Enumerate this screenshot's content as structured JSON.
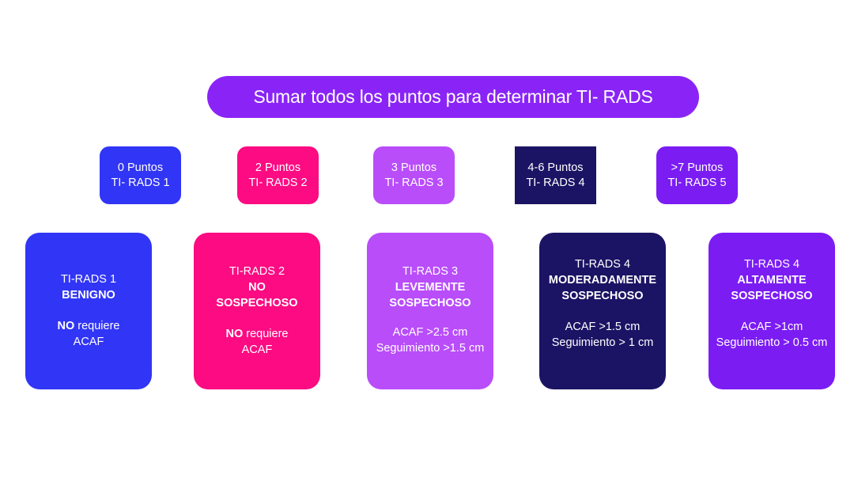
{
  "title": "Sumar todos los puntos para determinar TI- RADS",
  "colors": {
    "tr1": "#3135f5",
    "tr2": "#fc0b82",
    "tr3": "#b94dfa",
    "tr4": "#1b1464",
    "tr5": "#7b1cf3",
    "header": "#8a24f6"
  },
  "scores": [
    {
      "points": "0 Puntos",
      "category": "TI- RADS 1"
    },
    {
      "points": "2 Puntos",
      "category": "TI- RADS 2"
    },
    {
      "points": "3 Puntos",
      "category": "TI- RADS 3"
    },
    {
      "points": "4-6 Puntos",
      "category": "TI- RADS 4"
    },
    {
      "points": ">7 Puntos",
      "category": "TI- RADS 5"
    }
  ],
  "cards": [
    {
      "heading": "TI-RADS 1",
      "bold": [
        "BENIGNO"
      ],
      "note_bold": "NO",
      "note": " requiere",
      "note2": "ACAF"
    },
    {
      "heading": "TI-RADS 2",
      "bold": [
        "NO",
        "SOSPECHOSO"
      ],
      "note_bold": "NO",
      "note": " requiere",
      "note2": "ACAF"
    },
    {
      "heading": "TI-RADS 3",
      "bold": [
        "LEVEMENTE",
        "SOSPECHOSO"
      ],
      "lines": [
        "ACAF >2.5 cm",
        "Seguimiento >1.5 cm"
      ]
    },
    {
      "heading": "TI-RADS 4",
      "bold": [
        "MODERADAMENTE",
        "SOSPECHOSO"
      ],
      "lines": [
        "ACAF >1.5 cm",
        "Seguimiento > 1 cm"
      ]
    },
    {
      "heading": "TI-RADS 4",
      "bold": [
        "ALTAMENTE",
        "SOSPECHOSO"
      ],
      "lines": [
        "ACAF >1cm",
        "Seguimiento > 0.5 cm"
      ]
    }
  ]
}
